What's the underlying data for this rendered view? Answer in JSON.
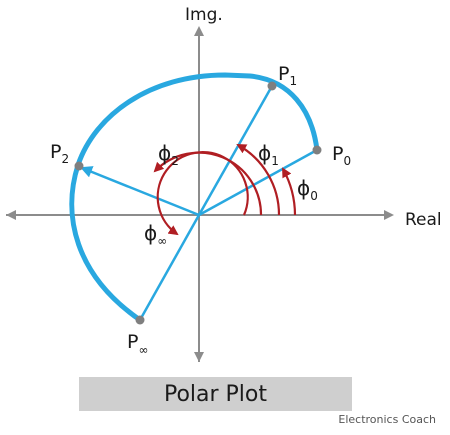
{
  "diagram": {
    "axis_labels": {
      "real": "Real",
      "imaginary": "Img."
    },
    "points": [
      {
        "id": "p0",
        "base": "P",
        "sub": "0"
      },
      {
        "id": "p1",
        "base": "P",
        "sub": "1"
      },
      {
        "id": "p2",
        "base": "P",
        "sub": "2"
      },
      {
        "id": "pinf",
        "base": "P",
        "sub": "∞"
      }
    ],
    "angles": [
      {
        "id": "phi0",
        "base": "ϕ",
        "sub": "0"
      },
      {
        "id": "phi1",
        "base": "ϕ",
        "sub": "1"
      },
      {
        "id": "phi2",
        "base": "ϕ",
        "sub": "2"
      },
      {
        "id": "phiinf",
        "base": "ϕ",
        "sub": "∞"
      }
    ],
    "colors": {
      "curve": "#29a8e0",
      "phasor": "#29a8e0",
      "angle_arcs": "#b01e23",
      "axes": "#8c8c8c",
      "points": "#7f7f7f"
    }
  },
  "title": "Polar Plot",
  "credit": "Electronics Coach"
}
